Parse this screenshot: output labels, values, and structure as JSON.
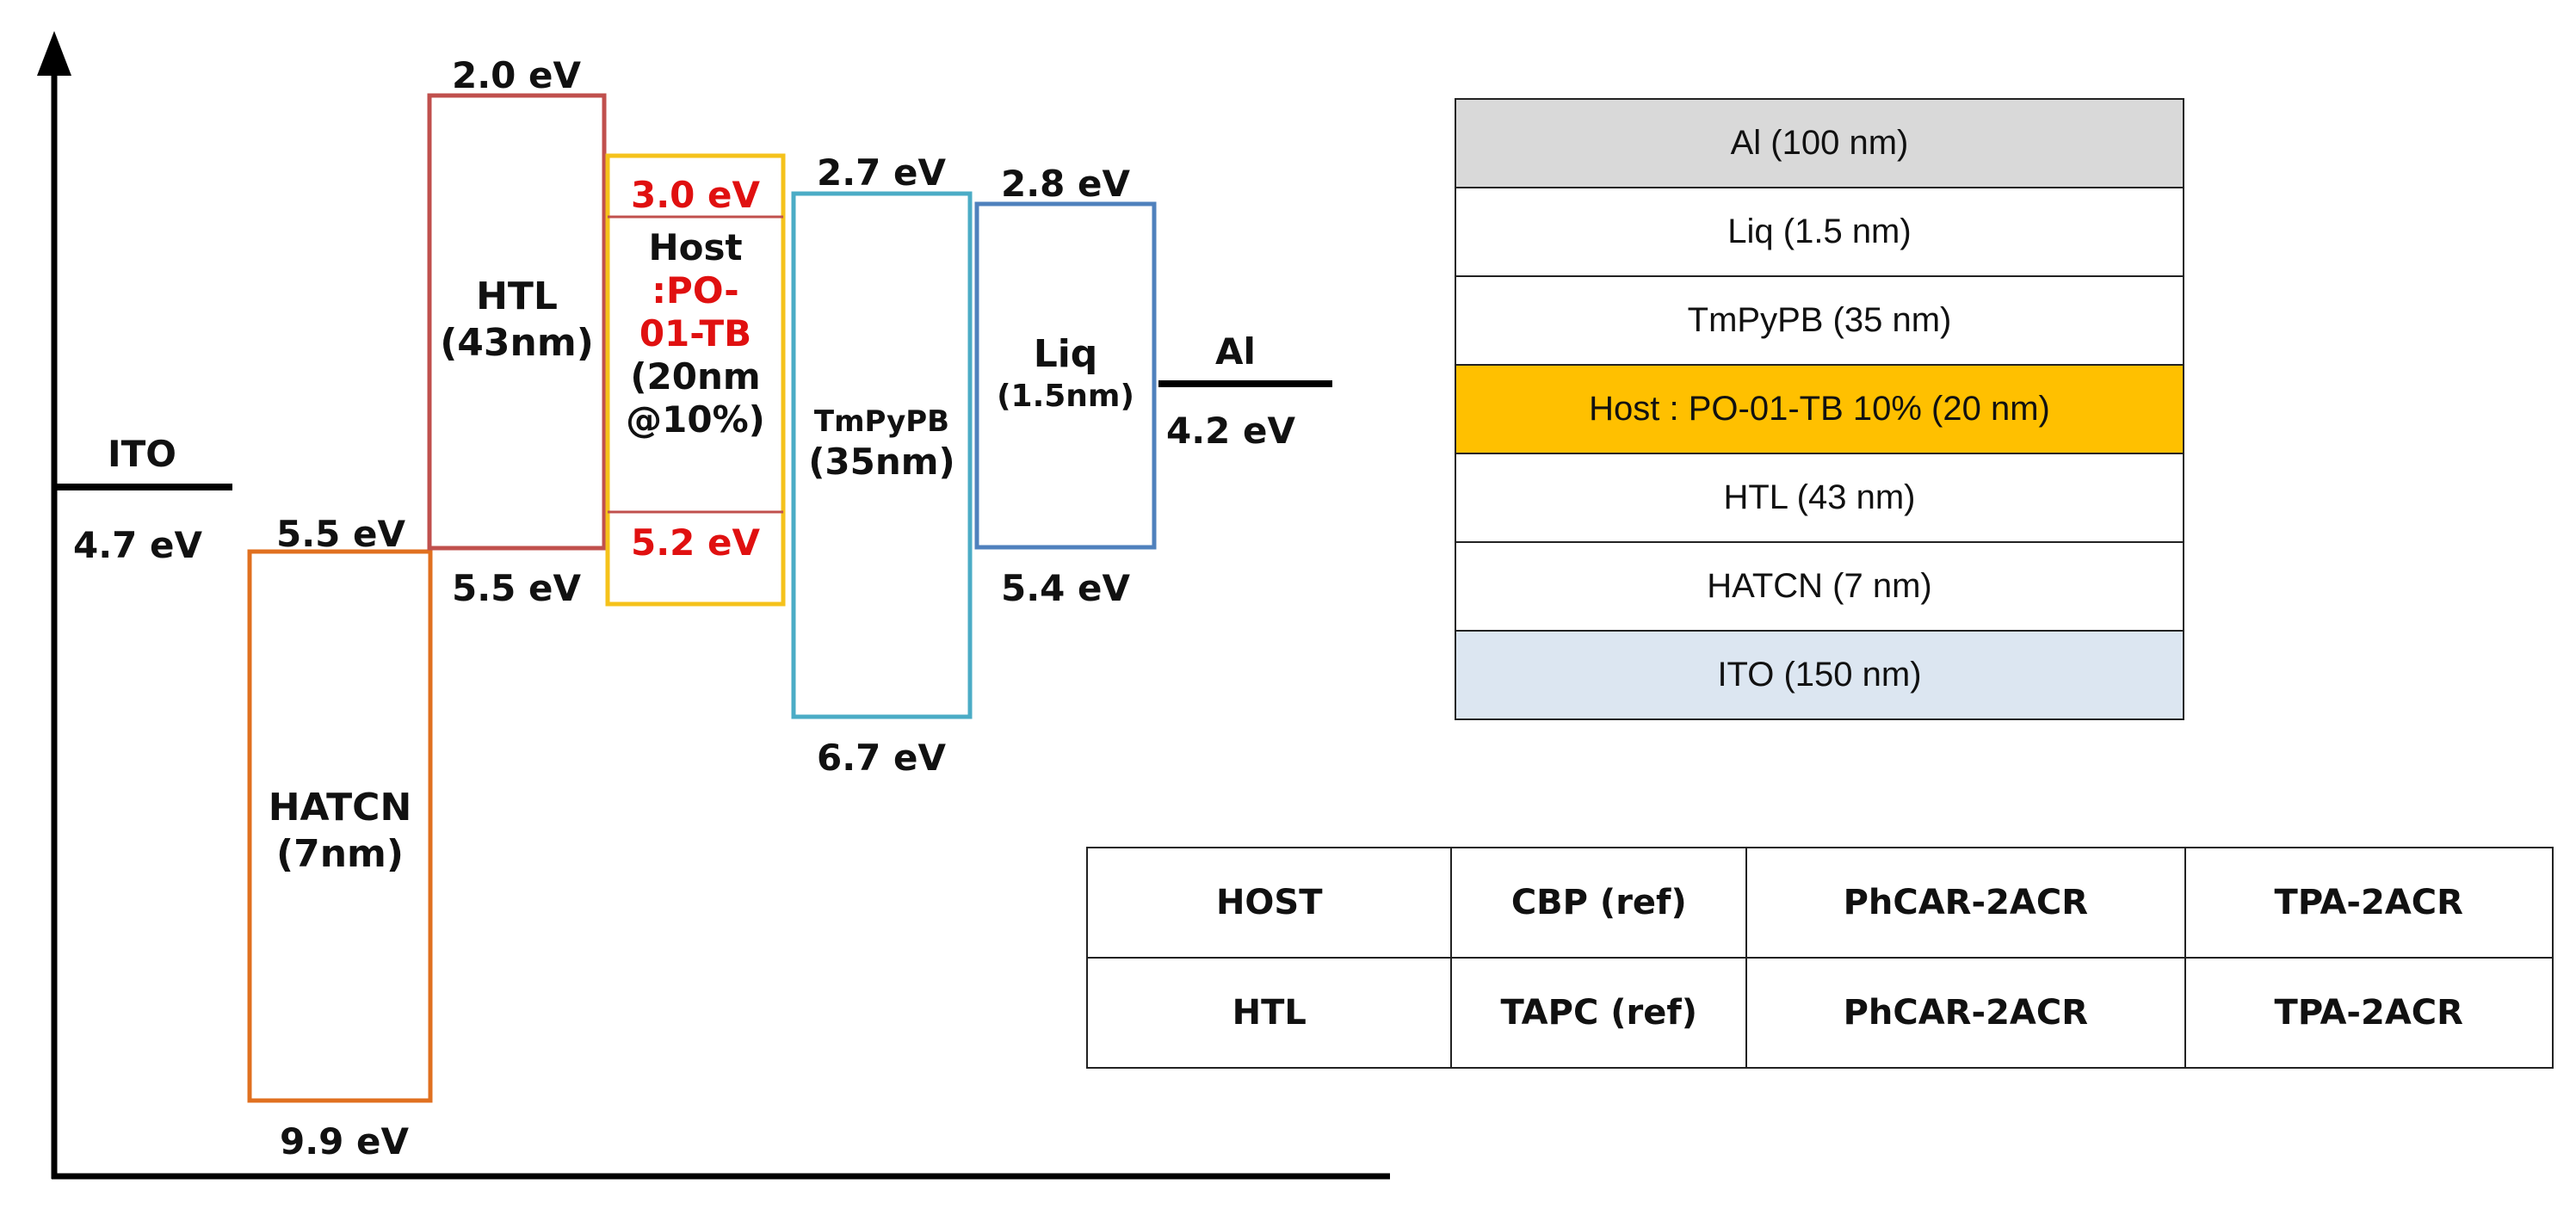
{
  "energy_diagram": {
    "electrodes": {
      "ito": {
        "name": "ITO",
        "work_function": "4.7 eV"
      },
      "al": {
        "name": "Al",
        "work_function": "4.2 eV"
      }
    },
    "layers": [
      {
        "key": "hatcn",
        "name_lines": [
          "HATCN",
          "(7nm)"
        ],
        "top_label": "5.5 eV",
        "bottom_label": "9.9 eV",
        "color": "#E07020"
      },
      {
        "key": "htl",
        "name_lines": [
          "HTL",
          "(43nm)"
        ],
        "top_label": "2.0 eV",
        "bottom_label": "5.5 eV",
        "color": "#C0504D"
      },
      {
        "key": "eml",
        "name_lines": [
          "Host",
          ":PO-",
          "01-TB",
          "(20nm",
          "@10%)"
        ],
        "top_label": "3.0 eV",
        "bottom_label": "5.2 eV",
        "color": "#F5C21B"
      },
      {
        "key": "tmpypb",
        "name_lines": [
          "TmPyPB",
          "(35nm)"
        ],
        "top_label": "2.7 eV",
        "bottom_label": "6.7 eV",
        "color": "#4BACC6"
      },
      {
        "key": "liq",
        "name_lines": [
          "Liq",
          "(1.5nm)"
        ],
        "top_label": "2.8 eV",
        "bottom_label": "5.4 eV",
        "color": "#4F81BD"
      }
    ]
  },
  "device_stack": [
    {
      "label": "Al (100 nm)",
      "bg": "#D9D9D9"
    },
    {
      "label": "Liq (1.5 nm)",
      "bg": "#FFFFFF"
    },
    {
      "label": "TmPyPB (35 nm)",
      "bg": "#FFFFFF"
    },
    {
      "label": "Host : PO-01-TB 10% (20 nm)",
      "bg": "#FFC000"
    },
    {
      "label": "HTL (43 nm)",
      "bg": "#FFFFFF"
    },
    {
      "label": "HATCN (7 nm)",
      "bg": "#FFFFFF"
    },
    {
      "label": "ITO (150 nm)",
      "bg": "#DCE6F1"
    }
  ],
  "materials_table": {
    "rows": [
      [
        "HOST",
        "CBP (ref)",
        "PhCAR-2ACR",
        "TPA-2ACR"
      ],
      [
        "HTL",
        "TAPC (ref)",
        "PhCAR-2ACR",
        "TPA-2ACR"
      ]
    ]
  }
}
